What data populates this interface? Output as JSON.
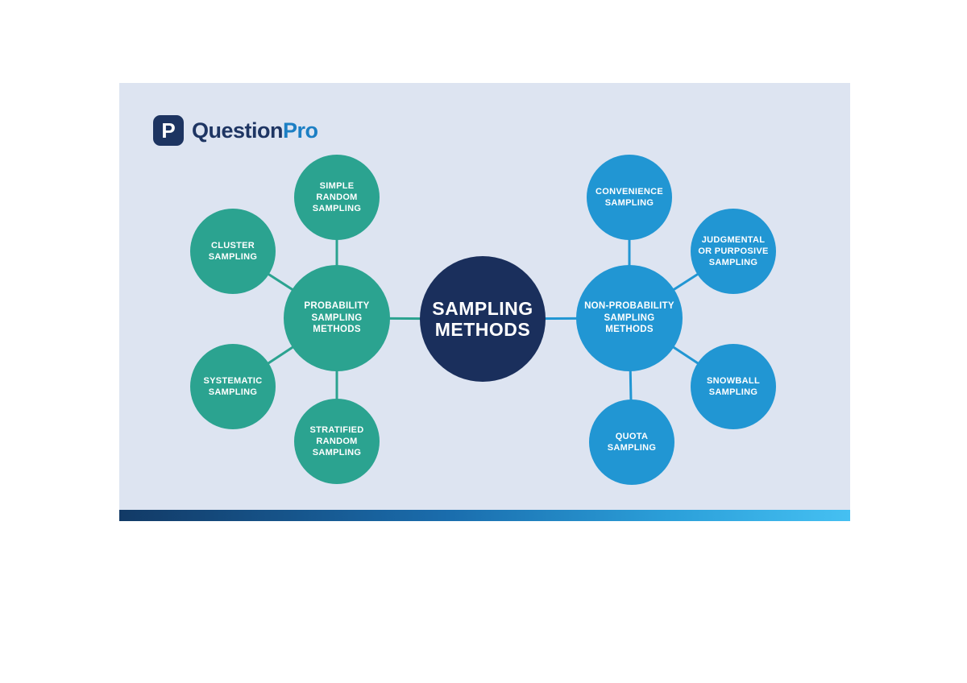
{
  "logo": {
    "icon_letter": "P",
    "brand_primary": "Question",
    "brand_secondary": "Pro"
  },
  "colors": {
    "panel_bg": "#dde4f1",
    "teal": "#2ba390",
    "blue": "#2196d3",
    "navy": "#1a2f5c",
    "gradient_start": "#123a66",
    "gradient_end": "#45c0f2"
  },
  "diagram": {
    "center": {
      "label": "SAMPLING\nMETHODS"
    },
    "probability": {
      "hub": "PROBABILITY\nSAMPLING\nMETHODS",
      "satellites": {
        "simple_random": "SIMPLE\nRANDOM\nSAMPLING",
        "cluster": "CLUSTER\nSAMPLING",
        "systematic": "SYSTEMATIC\nSAMPLING",
        "stratified": "STRATIFIED\nRANDOM\nSAMPLING"
      }
    },
    "non_probability": {
      "hub": "NON-PROBABILITY\nSAMPLING\nMETHODS",
      "satellites": {
        "convenience": "CONVENIENCE\nSAMPLING",
        "judgmental": "JUDGMENTAL\nOR PURPOSIVE\nSAMPLING",
        "snowball": "SNOWBALL\nSAMPLING",
        "quota": "QUOTA\nSAMPLING"
      }
    }
  }
}
